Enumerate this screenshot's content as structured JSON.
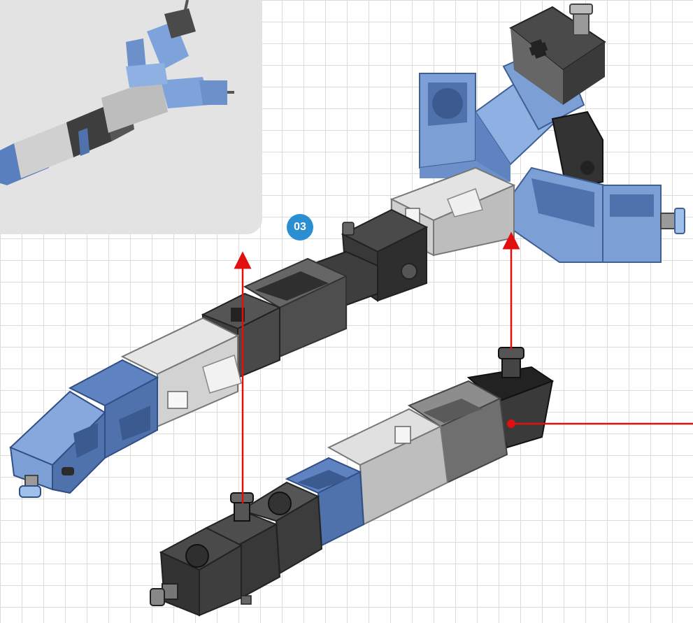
{
  "step": {
    "number": "03",
    "badge_color": "#2a8fd0"
  },
  "palette": {
    "blue": "#7c9fd6",
    "blue_dark": "#4f72ad",
    "gray_dark": "#555555",
    "gray_black": "#333333",
    "gray_light": "#d6d6d6",
    "gray_mid": "#8d8d8d",
    "arrow_red": "#e01010"
  },
  "icons": {
    "preview": "assembled-preview-thumbnail",
    "arm": "upper-arm-assembly",
    "bar": "lower-bar-assembly",
    "joint": "tri-joint-assembly",
    "arrows": "assembly-direction-arrows"
  }
}
